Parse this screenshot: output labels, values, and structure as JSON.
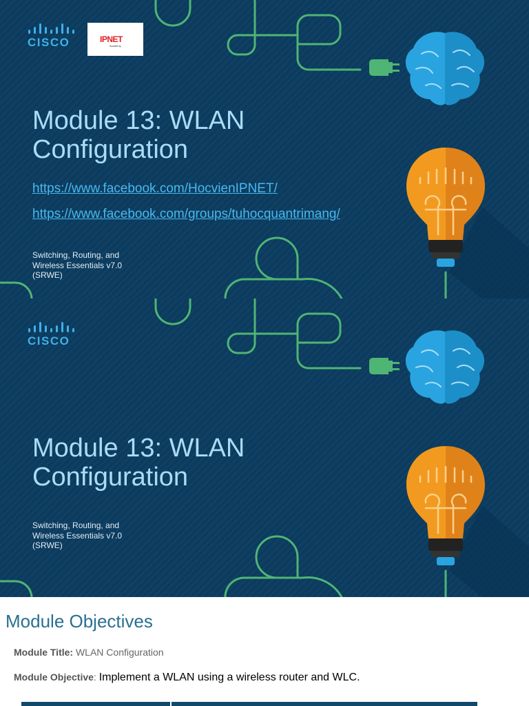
{
  "slide1": {
    "logo_text": "CISCO",
    "partner_logo": {
      "name": "IPNET",
      "sub": "Academy"
    },
    "title_line1": "Module 13: WLAN",
    "title_line2": "Configuration",
    "link1": "https://www.facebook.com/HocvienIPNET/",
    "link2": "https://www.facebook.com/groups/tuhocquantrimang/",
    "subtitle_line1": "Switching, Routing, and",
    "subtitle_line2": "Wireless Essentials v7.0",
    "subtitle_line3": "(SRWE)"
  },
  "slide2": {
    "logo_text": "CISCO",
    "title_line1": "Module 13: WLAN",
    "title_line2": "Configuration",
    "subtitle_line1": "Switching, Routing, and",
    "subtitle_line2": "Wireless Essentials v7.0",
    "subtitle_line3": "(SRWE)"
  },
  "slide3": {
    "heading": "Module Objectives",
    "module_title_label": "Module Title:",
    "module_title_value": "WLAN Configuration",
    "module_objective_label": "Module Objective",
    "module_objective_sep": ":",
    "module_objective_value": "Implement a WLAN using a wireless router and WLC."
  },
  "colors": {
    "slide_bg": "#0b3b5e",
    "title": "#a9ddf6",
    "link": "#48b8ef",
    "circuit_green": "#4fb574",
    "brain_blue": "#2aa4e0",
    "bulb_orange": "#f29a1f",
    "heading_blue": "#2a6f91"
  },
  "icons": [
    "cisco-logo-icon",
    "ipnet-logo",
    "brain-icon",
    "plug-icon",
    "lightbulb-icon"
  ]
}
